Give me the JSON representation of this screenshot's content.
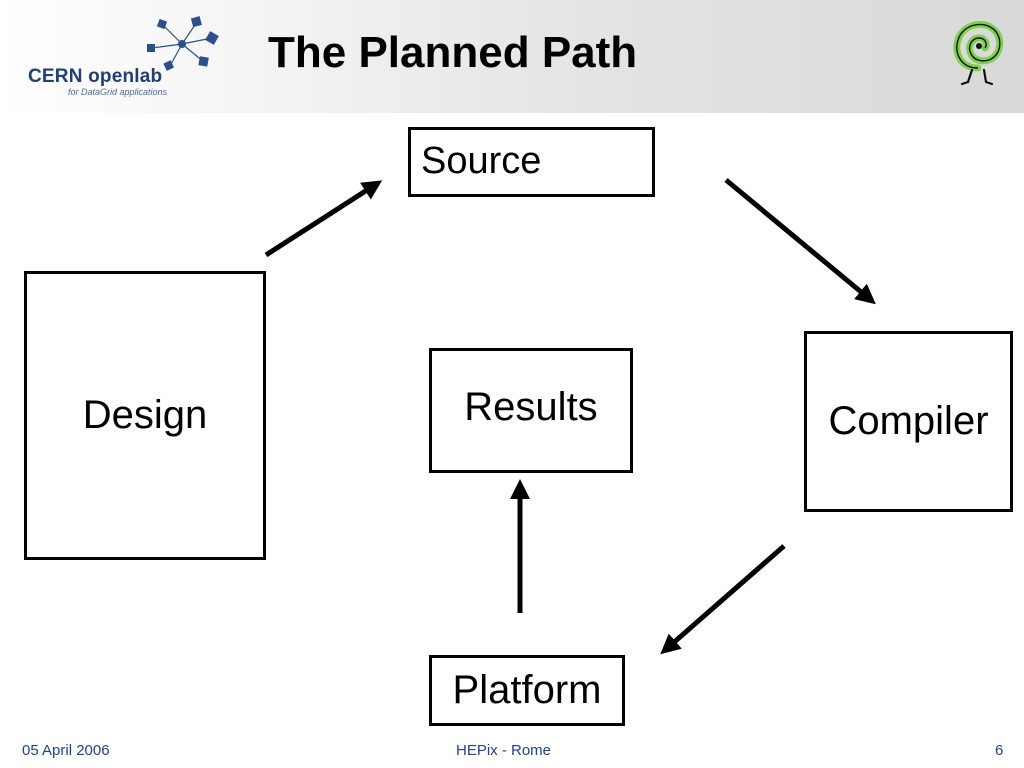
{
  "header": {
    "title": "The Planned Path",
    "logo_text": "CERN openlab",
    "logo_subtext": "for DataGrid applications"
  },
  "diagram": {
    "nodes": {
      "source": "Source",
      "design": "Design",
      "results": "Results",
      "compiler": "Compiler",
      "platform": "Platform"
    },
    "edges": [
      {
        "from": "Design",
        "to": "Source"
      },
      {
        "from": "Source",
        "to": "Compiler"
      },
      {
        "from": "Compiler",
        "to": "Platform"
      },
      {
        "from": "Platform",
        "to": "Results"
      }
    ]
  },
  "footer": {
    "date": "05 April 2006",
    "event": "HEPix - Rome",
    "page_number": "6"
  },
  "colors": {
    "logo_blue": "#1f3f7a",
    "footer_blue": "#1f3f9a",
    "corner_logo_green": "#7fd14a"
  }
}
